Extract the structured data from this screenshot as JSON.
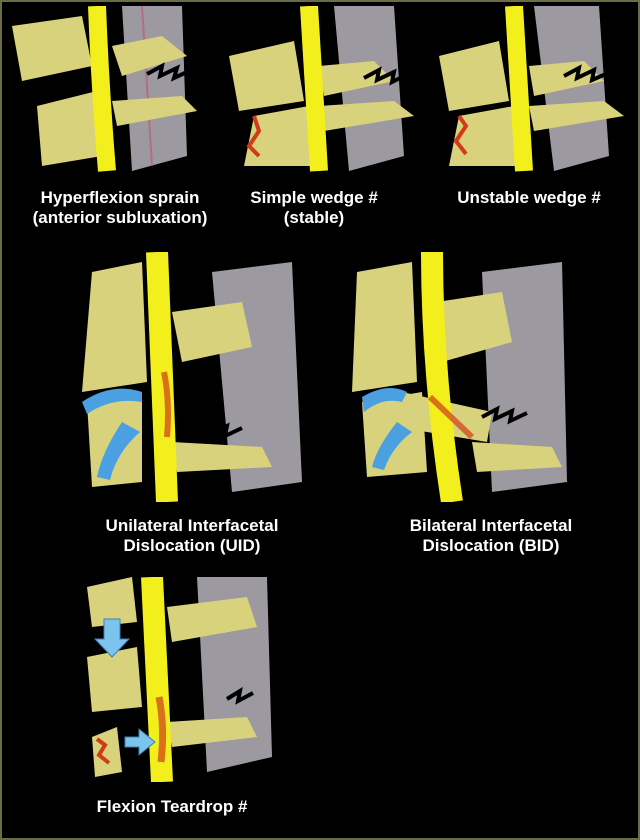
{
  "figures": [
    {
      "id": "hyperflexion-sprain",
      "caption_line1": "Hyperflexion sprain",
      "caption_line2": "(anterior subluxation)"
    },
    {
      "id": "simple-wedge",
      "caption_line1": "Simple wedge #",
      "caption_line2": "(stable)"
    },
    {
      "id": "unstable-wedge",
      "caption_line1": "Unstable wedge #",
      "caption_line2": ""
    },
    {
      "id": "uid",
      "caption_line1": "Unilateral Interfacetal",
      "caption_line2": "Dislocation (UID)"
    },
    {
      "id": "bid",
      "caption_line1": "Bilateral Interfacetal",
      "caption_line2": "Dislocation (BID)"
    },
    {
      "id": "flexion-teardrop",
      "caption_line1": "Flexion Teardrop #",
      "caption_line2": ""
    }
  ],
  "colors": {
    "bone": "#d9d27c",
    "cord": "#f2ef1c",
    "ligament": "#b9b4bc",
    "injury": "#d23a1a",
    "facet": "#4aa0e0",
    "arrow": "#7cc4ee",
    "border": "#6b6b45"
  }
}
